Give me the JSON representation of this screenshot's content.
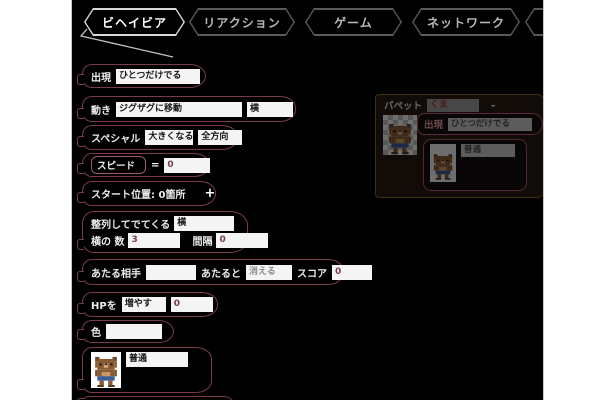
{
  "tabs": [
    {
      "label": "ビヘイビア",
      "selected": true
    },
    {
      "label": "リアクション",
      "selected": false
    },
    {
      "label": "ゲーム",
      "selected": false
    },
    {
      "label": "ネットワーク",
      "selected": false
    },
    {
      "label": "",
      "selected": false
    }
  ],
  "blocks": {
    "appearance": {
      "label": "出現",
      "value": "ひとつだけでる"
    },
    "movement": {
      "label": "動き",
      "value": "ジグザグに移動",
      "direction": "横"
    },
    "special": {
      "label": "スペシャル",
      "value": "大きくなる",
      "direction": "全方向"
    },
    "speed": {
      "label": "スピード",
      "equals": "=",
      "value": "0"
    },
    "start_position": {
      "label": "スタート位置: 0箇所",
      "add_button": "+"
    },
    "lineup": {
      "label": "整列してでてくる",
      "value": "横",
      "count_label": "横の 数",
      "count_value": "3",
      "gap_label": "間隔",
      "gap_value": "0"
    },
    "collision": {
      "target_label": "あたる相手",
      "target_value": "",
      "when_label": "あたると",
      "action_value": "消える",
      "score_label": "スコア",
      "score_value": "0"
    },
    "hp": {
      "label": "HPを",
      "action_value": "増やす",
      "value": "0"
    },
    "color": {
      "label": "色",
      "value": ""
    },
    "costume": {
      "value": "普通"
    }
  },
  "puppet_panel": {
    "label": "パペット",
    "name_value": "くま",
    "remove_button": "-",
    "appearance": {
      "label": "出現",
      "value": "ひとつだけでる"
    },
    "costume": {
      "value": "普通"
    }
  },
  "colors": {
    "canvas_bg": "#000000",
    "page_bg": "#ffffff",
    "block_border": "#7a3c4a",
    "speed_box_border": "#a25a6a",
    "selected_tab_border": "#d8d8d8",
    "tab_border": "#5a5a5a",
    "numeric_text": "#7a3c4a",
    "input_bg": "#f4f4f4"
  }
}
